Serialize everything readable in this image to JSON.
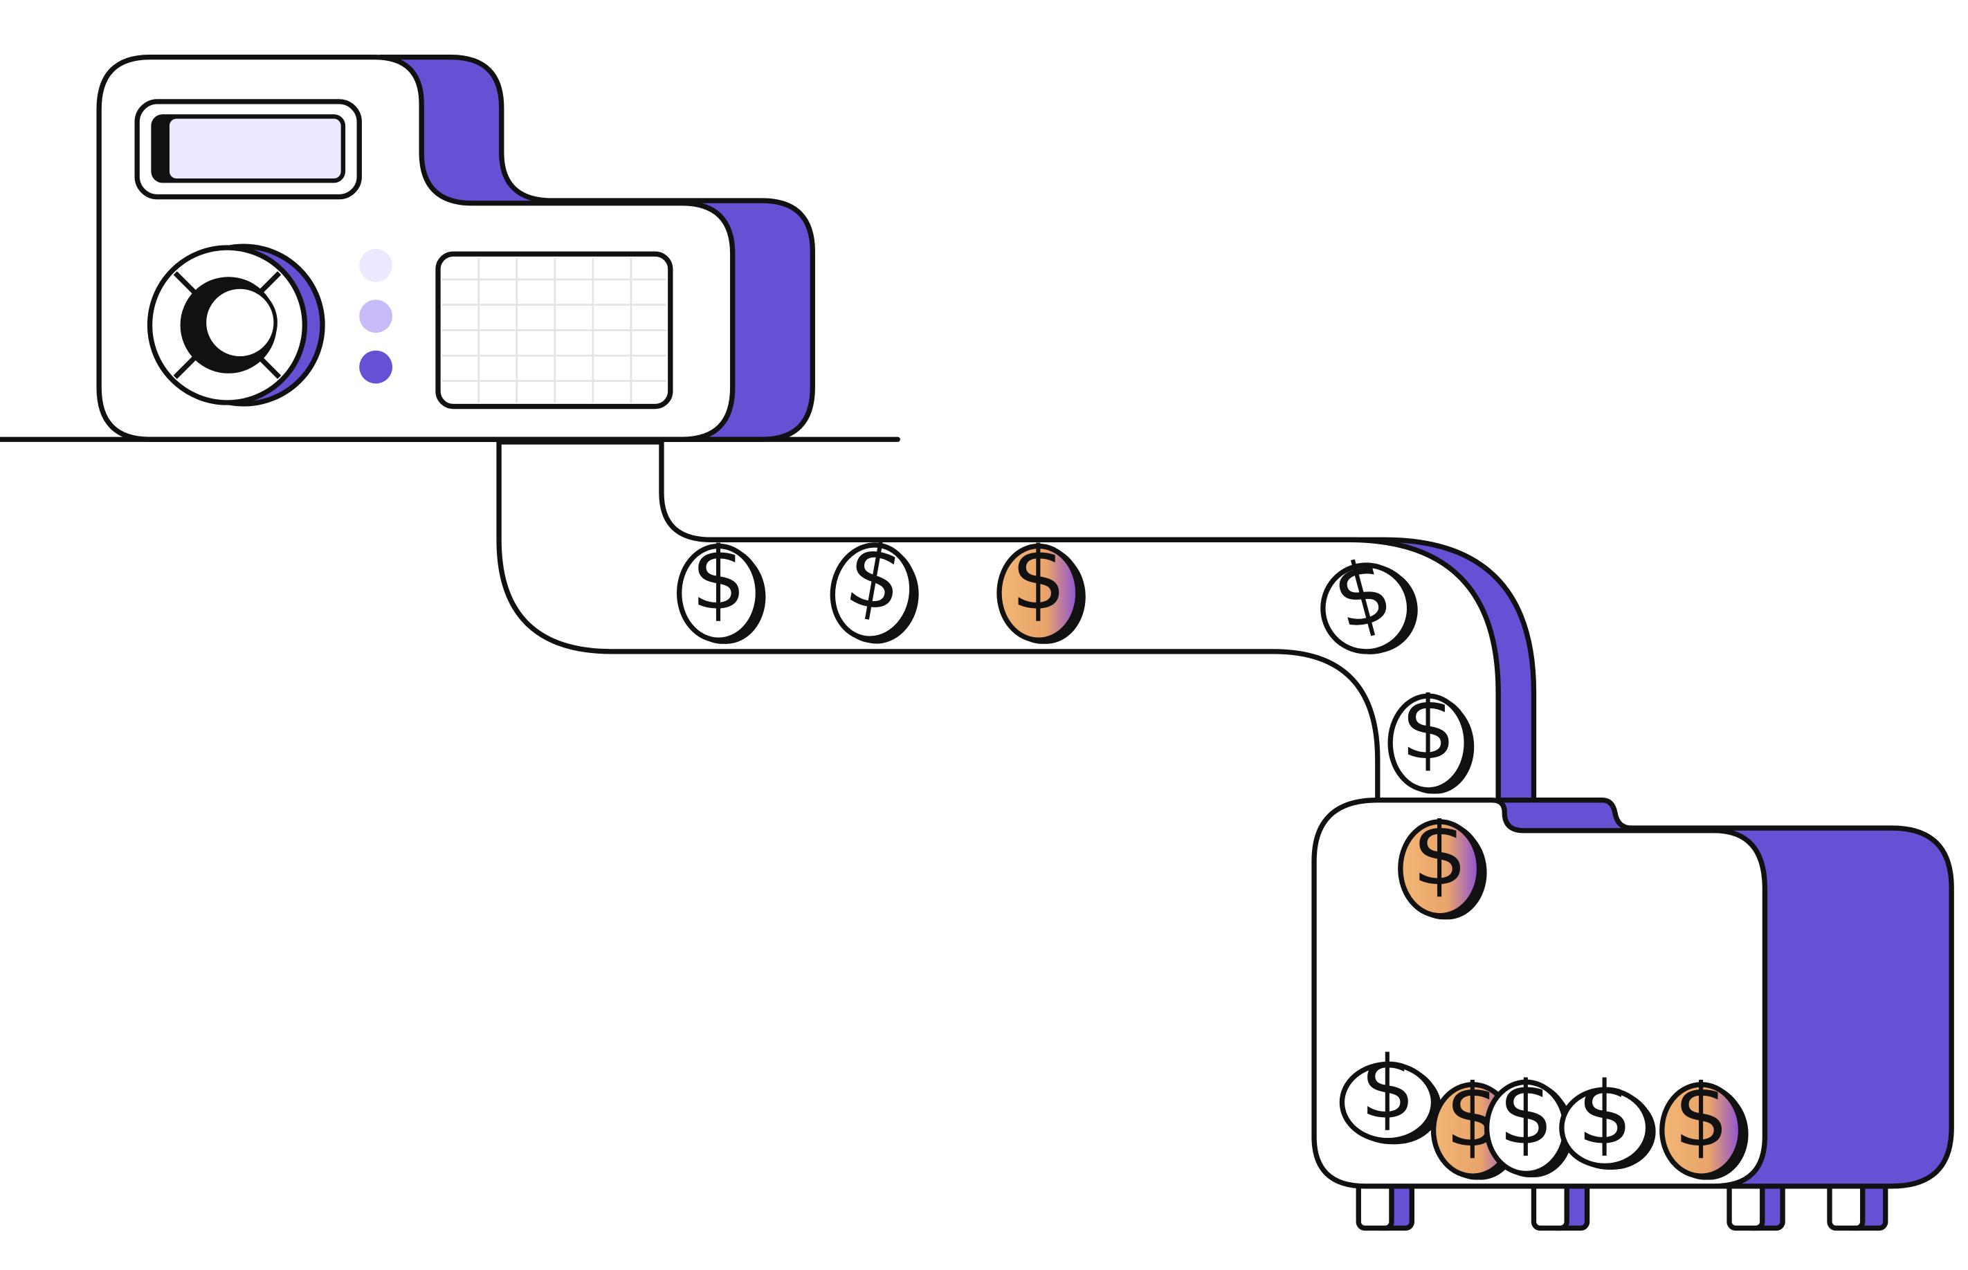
{
  "colors": {
    "outline": "#111111",
    "purple": "#6750D3",
    "light_lavender": "#ECE8FF",
    "mid_lavender": "#C9BBF9",
    "grid_line": "#E4E4E4",
    "green_rim": "#2EB67D",
    "gradient_orange": "#F2B675",
    "gradient_purple": "#8B4FD8",
    "background": "#FFFFFF"
  },
  "icons": {
    "coin": "dollar-coin-icon",
    "dial": "dial-knob-icon",
    "display": "lcd-display-icon",
    "indicator": "indicator-light-icon",
    "grid_screen": "grid-screen-icon"
  },
  "coins": {
    "symbol": "$",
    "conveyor": [
      {
        "style": "white"
      },
      {
        "style": "white"
      },
      {
        "style": "gradient"
      },
      {
        "style": "white"
      },
      {
        "style": "white"
      },
      {
        "style": "gradient"
      }
    ],
    "pile": [
      {
        "style": "white"
      },
      {
        "style": "gradient"
      },
      {
        "style": "white"
      },
      {
        "style": "white"
      },
      {
        "style": "gradient"
      }
    ]
  },
  "indicators": [
    {
      "state": "off",
      "color": "#ECE8FF"
    },
    {
      "state": "mid",
      "color": "#C9BBF9"
    },
    {
      "state": "on",
      "color": "#6750D3"
    }
  ]
}
